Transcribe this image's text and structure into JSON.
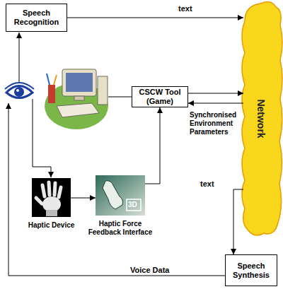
{
  "diagram": {
    "nodes": [
      {
        "text": [
          "Speech Recognition"
        ]
      },
      {
        "text": [
          "CSCW Tool (Game)"
        ]
      },
      {
        "text": [
          "Network"
        ]
      },
      {
        "text": [
          "Haptic Device"
        ]
      },
      {
        "text": [
          "Haptic Force Feedback Interface"
        ]
      },
      {
        "text": [
          "Speech Synthesis"
        ]
      }
    ],
    "edges": [
      {
        "from": 0,
        "to": 2,
        "arrow": "to",
        "label": "text"
      },
      {
        "from": 1,
        "to": 2,
        "arrow": "both",
        "label": "Synchronised Environment Parameters"
      },
      {
        "from": 2,
        "to": 5,
        "arrow": "to",
        "label": "text"
      },
      {
        "from": 3,
        "to": 4,
        "arrow": "to"
      },
      {
        "from": 4,
        "to": 1,
        "arrow": "to"
      }
    ],
    "labels": [
      "3D",
      "Voice Data"
    ]
  }
}
